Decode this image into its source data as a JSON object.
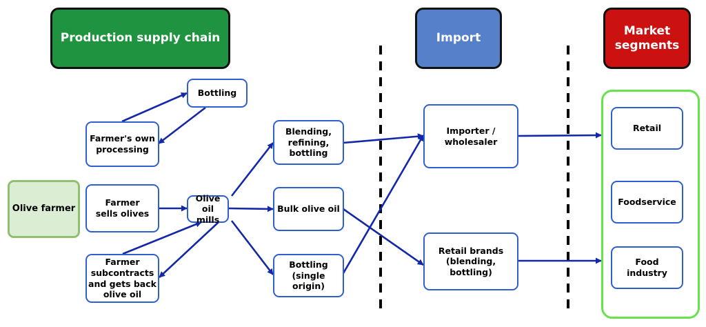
{
  "headers": {
    "production": "Production supply chain",
    "import": "Import",
    "market": "Market\nsegments"
  },
  "nodes": {
    "olive_farmer": "Olive farmer",
    "farmer_own_processing": "Farmer's own\nprocessing",
    "bottling_top": "Bottling",
    "farmer_sells_olives": "Farmer\nsells olives",
    "farmer_subcontracts": "Farmer\nsubcontracts\nand gets back\nolive oil",
    "olive_oil_mills": "Olive oil\nmills",
    "blending": "Blending,\nrefining,\nbottling",
    "bulk_olive_oil": "Bulk olive oil",
    "bottling_single_origin": "Bottling\n(single origin)",
    "importer": "Importer /\nwholesaler",
    "retail_brands": "Retail brands\n(blending,\nbottling)",
    "retail": "Retail",
    "foodservice": "Foodservice",
    "food_industry": "Food industry"
  },
  "colors": {
    "arrow": "#1228a8",
    "box_border": "#2f5fcf",
    "production_header": "#1f9340",
    "import_header": "#5680c9",
    "market_header": "#cc1111",
    "segment_frame": "#66e24a",
    "olive_farmer_fill": "#dbeed3"
  }
}
